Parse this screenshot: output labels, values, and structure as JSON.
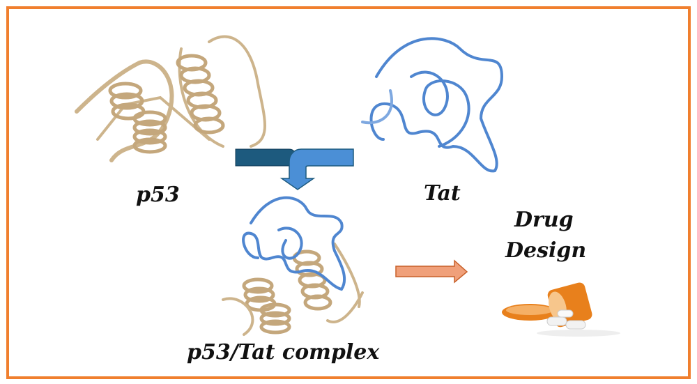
{
  "labels": {
    "p53": "p53",
    "tat": "Tat",
    "complex": "p53/Tat complex",
    "drug_line1": "Drug",
    "drug_line2": "Design"
  },
  "colors": {
    "border": "#f07f2e",
    "p53_protein": "#d9c3a0",
    "tat_protein": "#4f86d0",
    "arrow_dark": "#1d5a7e",
    "arrow_light": "#4b8fd6",
    "arrow_orange": "#f0a07a",
    "pill_bottle": "#e8801c"
  }
}
